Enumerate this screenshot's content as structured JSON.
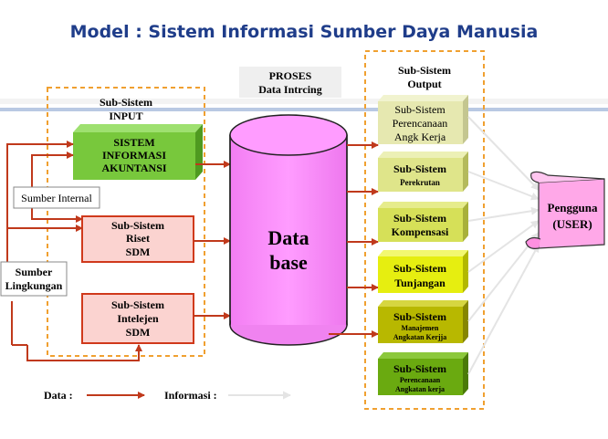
{
  "title": "Model : Sistem Informasi Sumber Daya Manusia",
  "input_group": {
    "line1": "Sub-Sistem",
    "line2": "INPUT"
  },
  "process_label": {
    "line1": "PROSES",
    "line2": "Data Intrcing"
  },
  "output_group": {
    "line1": "Sub-Sistem",
    "line2": "Output"
  },
  "input_boxes": [
    {
      "lines": [
        "SISTEM",
        "INFORMASI",
        "AKUNTANSI"
      ]
    },
    {
      "lines": [
        "Sub-Sistem",
        "Riset",
        "SDM"
      ]
    },
    {
      "lines": [
        "Sub-Sistem",
        "Intelejen",
        "SDM"
      ]
    }
  ],
  "sources": {
    "internal": "Sumber Internal",
    "environment": {
      "line1": "Sumber",
      "line2": "Lingkungan"
    }
  },
  "database": {
    "line1": "Data",
    "line2": "base"
  },
  "output_boxes": [
    {
      "lines": [
        "Sub-Sistem",
        "Perencanaan",
        "Angk Kerja"
      ]
    },
    {
      "lines": [
        "Sub-Sistem",
        "Perekrutan"
      ]
    },
    {
      "lines": [
        "Sub-Sistem",
        "Kompensasi"
      ]
    },
    {
      "lines": [
        "Sub-Sistem",
        "Tunjangan"
      ]
    },
    {
      "lines": [
        "Sub-Sistem",
        "Manajemen",
        "Angkatan Kerjja"
      ]
    },
    {
      "lines": [
        "Sub-Sistem",
        "Perencanaan",
        "Angkatan kerja"
      ]
    }
  ],
  "user": {
    "line1": "Pengguna",
    "line2": "(USER)"
  },
  "legend": {
    "data": "Data :",
    "info": "Informasi :"
  },
  "colors": {
    "title": "#1f3d8a",
    "accent_dash": "#f0a030",
    "data_arrow": "#c0391b",
    "info_arrow": "#e4e4e4",
    "database": "#ff99ff",
    "user": "#ffa8e8",
    "input_green": "#78c83c",
    "input_pink": "#fbd3d0",
    "output_fills": [
      "#e6e8b0",
      "#dfe58a",
      "#d6e058",
      "#e6ee10",
      "#b8b800",
      "#6aaa10"
    ]
  }
}
